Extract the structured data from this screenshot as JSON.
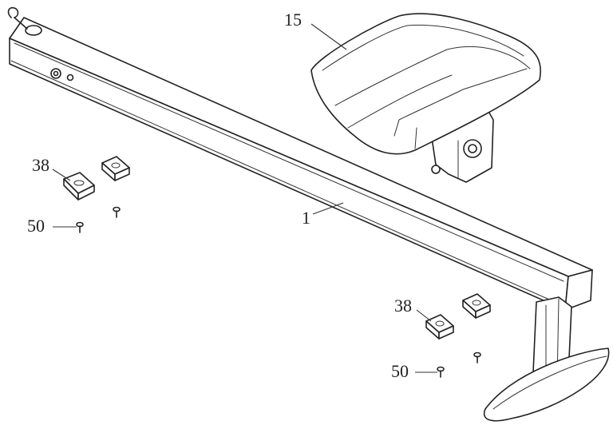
{
  "labels": {
    "seat": "15",
    "rail": "1",
    "pad_left": "38",
    "pad_right": "38",
    "screw_left": "50",
    "screw_right": "50"
  }
}
